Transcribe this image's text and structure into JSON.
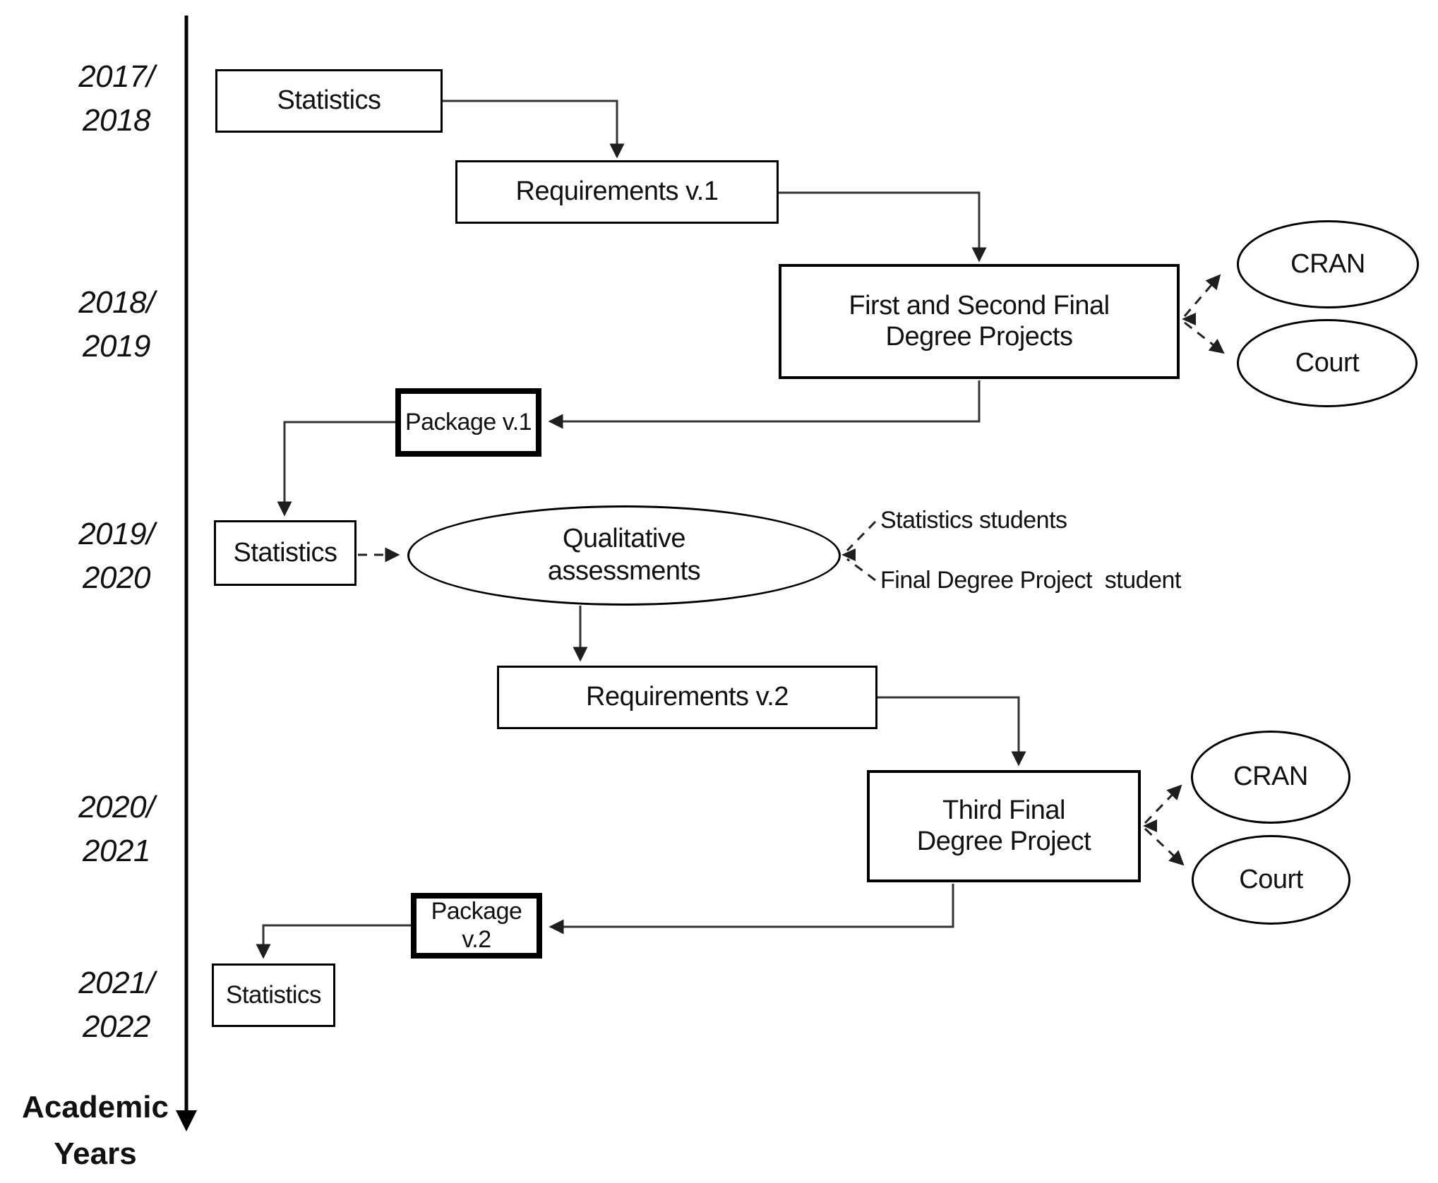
{
  "timeline": {
    "axis_label": "Academic\nYears",
    "years": [
      "2017/\n2018",
      "2018/\n2019",
      "2019/\n2020",
      "2020/\n2021",
      "2021/\n2022"
    ]
  },
  "nodes": {
    "statistics_1": "Statistics",
    "requirements_v1": "Requirements v.1",
    "first_second_fdp": "First and Second Final\nDegree Projects",
    "cran_1": "CRAN",
    "court_1": "Court",
    "package_v1": "Package v.1",
    "statistics_2": "Statistics",
    "qualitative_assessments": "Qualitative\nassessments",
    "requirements_v2": "Requirements v.2",
    "third_fdp": "Third Final\nDegree Project",
    "cran_2": "CRAN",
    "court_2": "Court",
    "package_v2": "Package v.2",
    "statistics_3": "Statistics"
  },
  "annotations": {
    "statistics_students": "Statistics students",
    "fdp_student": "Final Degree Project  student"
  },
  "colors": {
    "ink": "#111111",
    "line": "#2e2e2e",
    "background": "#ffffff"
  }
}
